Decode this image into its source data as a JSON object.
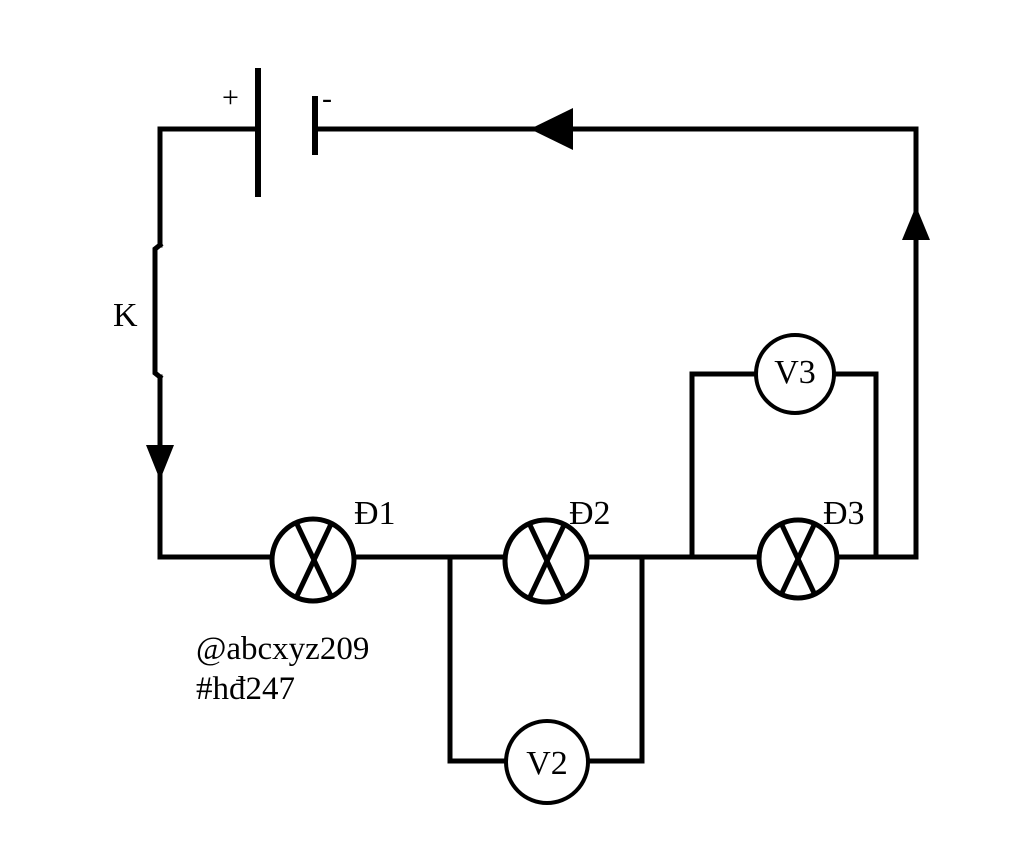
{
  "battery": {
    "plus_label": "+",
    "minus_label": "-"
  },
  "switch": {
    "label": "K"
  },
  "lamps": [
    {
      "label": "Đ1"
    },
    {
      "label": "Đ2"
    },
    {
      "label": "Đ3"
    }
  ],
  "voltmeters": [
    {
      "label": "V2"
    },
    {
      "label": "V3"
    }
  ],
  "watermark": {
    "line1": "@abcxyz209",
    "line2": "#hđ247"
  }
}
